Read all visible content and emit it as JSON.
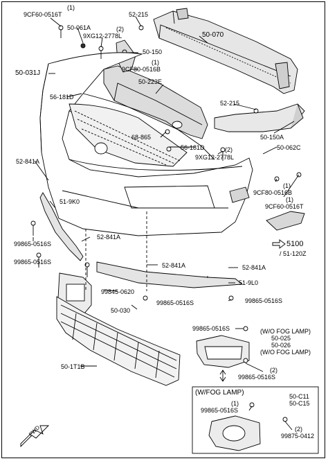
{
  "labels": {
    "l_9cf60_a": "9CF60-0516T",
    "l_9cf60_a_q": "(1)",
    "l_50061a": "50-061A",
    "l_52215_a": "52-215",
    "l_9xg12_a_q": "(2)",
    "l_9xg12_a": "9XG12-2778L",
    "l_50070": "50-070",
    "l_50150": "50-150",
    "l_9cf80_a_q": "(1)",
    "l_9cf80_a": "9CF80-0516B",
    "l_50031j": "50-031J",
    "l_50223e": "50-223E",
    "l_56181d_a": "56-181D",
    "l_52215_b": "52-215",
    "l_50150a": "50-150A",
    "l_68865": "68-865",
    "l_56181d_b": "56-181D",
    "l_9xg12_b_q": "(2)",
    "l_9xg12_b": "9XG12-2778L",
    "l_50062c": "50-062C",
    "l_52841a_a": "52-841A",
    "l_9cf80_b_q": "(1)",
    "l_9cf80_b": "9CF80-0516B",
    "l_519k0": "51-9K0",
    "l_9cf60_b_q": "(1)",
    "l_9cf60_b": "9CF60-0516T",
    "l_52841a_b": "52-841A",
    "l_99865_a": "99865-0516S",
    "l_99865_b": "99865-0516S",
    "l_ref5100": "5100",
    "l_ref51120": "/ 51-120Z",
    "l_52841a_c": "52-841A",
    "l_52841a_d": "52-841A",
    "l_99845": "99845-0620",
    "l_519l0": "51-9L0",
    "l_50030": "50-030",
    "l_99865_c": "99865-0516S",
    "l_99865_d": "99865-0516S",
    "l_99865_e": "99865-0516S",
    "l_wofog1": "(W/O FOG LAMP)",
    "l_50025": "50-025",
    "l_50026": "50-026",
    "l_wofog2": "(W/O FOG LAMP)",
    "l_501t1b": "50-1T1B",
    "l_99865_f_q": "(2)",
    "l_99865_f": "99865-0516S",
    "l_wfog": "(W/FOG LAMP)",
    "l_50c11": "50-C11",
    "l_50c15": "50-C15",
    "l_99865_g_q": "(1)",
    "l_99865_g": "99865-0516S",
    "l_99875_q": "(2)",
    "l_99875": "99875-0412",
    "l_fwd": "FWD"
  },
  "colors": {
    "line": "#000000",
    "paper": "#ffffff",
    "shade": "#d0d0d0",
    "dark": "#555555"
  }
}
